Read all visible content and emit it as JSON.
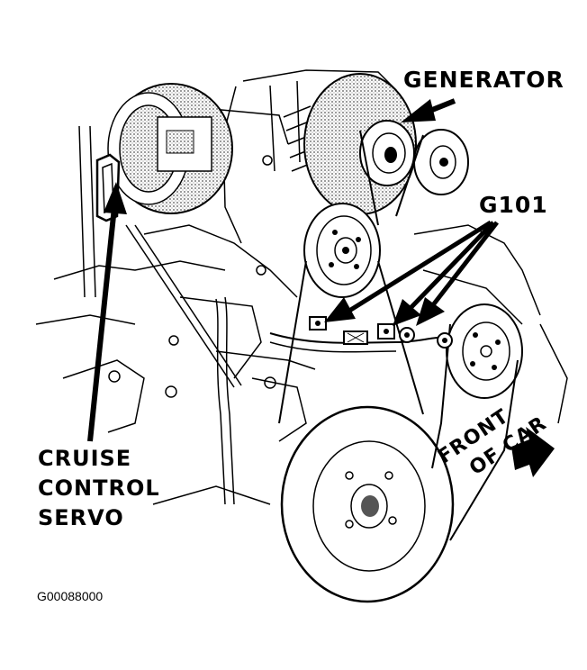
{
  "labels": {
    "generator": "GENERATOR",
    "g101": "G101",
    "cruise_line1": "CRUISE",
    "cruise_line2": "CONTROL",
    "cruise_line3": "SERVO",
    "front_line1": "FRONT",
    "front_line2": "OF CAR",
    "figure_code": "G00088000"
  },
  "colors": {
    "ink": "#000000",
    "paper": "#ffffff",
    "shading": "#bdbdbd"
  }
}
